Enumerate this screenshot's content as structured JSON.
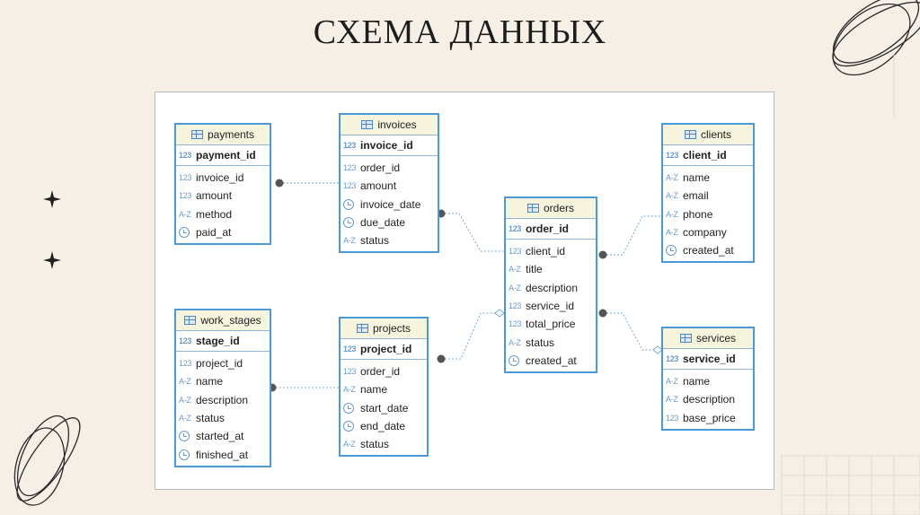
{
  "title": "СХЕМА ДАННЫХ",
  "tables": {
    "payments": {
      "name": "payments",
      "pk": {
        "type": "123",
        "name": "payment_id"
      },
      "columns": [
        {
          "type": "123",
          "name": "invoice_id"
        },
        {
          "type": "123",
          "name": "amount"
        },
        {
          "type": "A-Z",
          "name": "method"
        },
        {
          "type": "date",
          "name": "paid_at"
        }
      ]
    },
    "invoices": {
      "name": "invoices",
      "pk": {
        "type": "123",
        "name": "invoice_id"
      },
      "columns": [
        {
          "type": "123",
          "name": "order_id"
        },
        {
          "type": "123",
          "name": "amount"
        },
        {
          "type": "date",
          "name": "invoice_date"
        },
        {
          "type": "date",
          "name": "due_date"
        },
        {
          "type": "A-Z",
          "name": "status"
        }
      ]
    },
    "clients": {
      "name": "clients",
      "pk": {
        "type": "123",
        "name": "client_id"
      },
      "columns": [
        {
          "type": "A-Z",
          "name": "name"
        },
        {
          "type": "A-Z",
          "name": "email"
        },
        {
          "type": "A-Z",
          "name": "phone"
        },
        {
          "type": "A-Z",
          "name": "company"
        },
        {
          "type": "date",
          "name": "created_at"
        }
      ]
    },
    "orders": {
      "name": "orders",
      "pk": {
        "type": "123",
        "name": "order_id"
      },
      "columns": [
        {
          "type": "123",
          "name": "client_id"
        },
        {
          "type": "A-Z",
          "name": "title"
        },
        {
          "type": "A-Z",
          "name": "description"
        },
        {
          "type": "123",
          "name": "service_id"
        },
        {
          "type": "123",
          "name": "total_price"
        },
        {
          "type": "A-Z",
          "name": "status"
        },
        {
          "type": "date",
          "name": "created_at"
        }
      ]
    },
    "work_stages": {
      "name": "work_stages",
      "pk": {
        "type": "123",
        "name": "stage_id"
      },
      "columns": [
        {
          "type": "123",
          "name": "project_id"
        },
        {
          "type": "A-Z",
          "name": "name"
        },
        {
          "type": "A-Z",
          "name": "description"
        },
        {
          "type": "A-Z",
          "name": "status"
        },
        {
          "type": "date",
          "name": "started_at"
        },
        {
          "type": "date",
          "name": "finished_at"
        }
      ]
    },
    "projects": {
      "name": "projects",
      "pk": {
        "type": "123",
        "name": "project_id"
      },
      "columns": [
        {
          "type": "123",
          "name": "order_id"
        },
        {
          "type": "A-Z",
          "name": "name"
        },
        {
          "type": "date",
          "name": "start_date"
        },
        {
          "type": "date",
          "name": "end_date"
        },
        {
          "type": "A-Z",
          "name": "status"
        }
      ]
    },
    "services": {
      "name": "services",
      "pk": {
        "type": "123",
        "name": "service_id"
      },
      "columns": [
        {
          "type": "A-Z",
          "name": "name"
        },
        {
          "type": "A-Z",
          "name": "description"
        },
        {
          "type": "123",
          "name": "base_price"
        }
      ]
    }
  },
  "relations": [
    {
      "from": "payments.invoice_id",
      "to": "invoices.invoice_id"
    },
    {
      "from": "invoices.order_id",
      "to": "orders.order_id"
    },
    {
      "from": "orders.client_id",
      "to": "clients.client_id"
    },
    {
      "from": "projects.order_id",
      "to": "orders.order_id"
    },
    {
      "from": "orders.service_id",
      "to": "services.service_id"
    },
    {
      "from": "work_stages.project_id",
      "to": "projects.project_id"
    }
  ],
  "colors": {
    "table_border": "#4b9ad7",
    "header_fill": "#f6f4dc",
    "link": "#6fa8d6",
    "dot": "#555555"
  }
}
